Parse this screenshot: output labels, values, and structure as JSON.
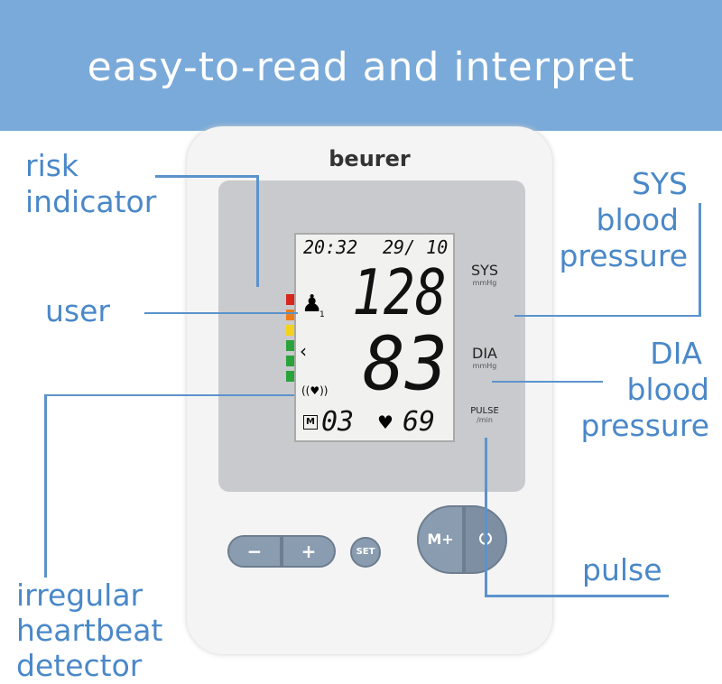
{
  "banner": {
    "title": "easy-to-read and interpret"
  },
  "labels": {
    "risk": "risk\nindicator",
    "risk1": "risk",
    "risk2": "indicator",
    "user": "user",
    "irregular1": "irregular",
    "irregular2": "heartbeat",
    "irregular3": "detector",
    "sys1": "SYS",
    "sys2": "blood",
    "sys3": "pressure",
    "dia1": "DIA",
    "dia2": "blood",
    "dia3": "pressure",
    "pulse": "pulse"
  },
  "device": {
    "brand": "beurer",
    "display": {
      "time": "20:32",
      "date": "29/ 10",
      "sys": "128",
      "dia": "83",
      "memory": "03",
      "pulse": "69",
      "memory_icon": "M",
      "user_number": "1"
    },
    "side_labels": {
      "sys": "SYS",
      "sys_unit": "mmHg",
      "dia": "DIA",
      "dia_unit": "mmHg",
      "pulse": "PULSE",
      "pulse_unit": "/min"
    },
    "risk_colors": [
      "#d7261e",
      "#ef7c1a",
      "#f3d21c",
      "#2aa33a",
      "#2aa33a",
      "#2aa33a"
    ],
    "buttons": {
      "minus": "−",
      "plus": "+",
      "set": "SET",
      "memory": "M+",
      "power": "⏻"
    }
  }
}
